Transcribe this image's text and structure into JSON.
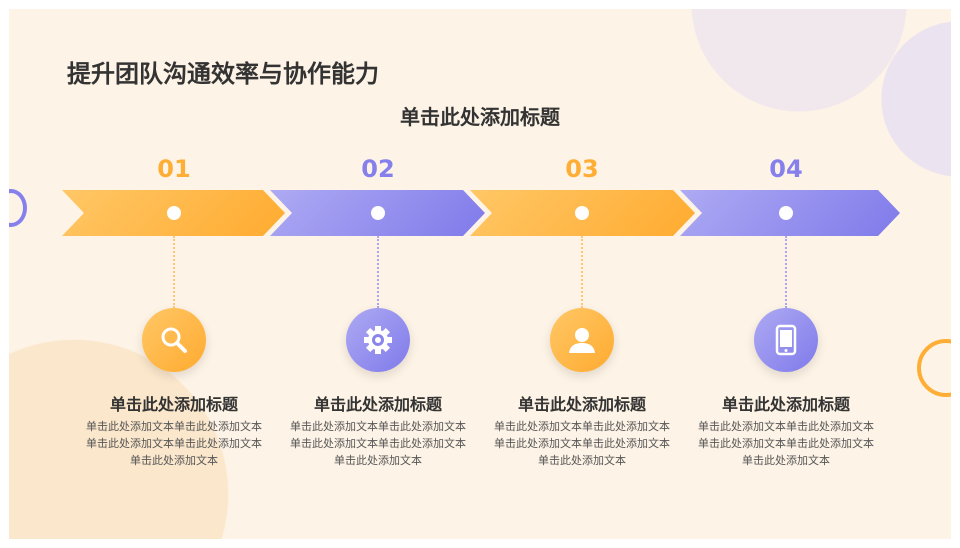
{
  "title": "提升团队沟通效率与协作能力",
  "subtitle": "单击此处添加标题",
  "colors": {
    "orange": "#ffae35",
    "purple": "#8580ec",
    "background": "#fdf3e6"
  },
  "steps": [
    {
      "num": "01",
      "icon": "search-icon",
      "title": "单击此处添加标题",
      "desc": "单击此处添加文本单击此处添加文本单击此处添加文本单击此处添加文本单击此处添加文本"
    },
    {
      "num": "02",
      "icon": "gear-icon",
      "title": "单击此处添加标题",
      "desc": "单击此处添加文本单击此处添加文本单击此处添加文本单击此处添加文本单击此处添加文本"
    },
    {
      "num": "03",
      "icon": "user-icon",
      "title": "单击此处添加标题",
      "desc": "单击此处添加文本单击此处添加文本单击此处添加文本单击此处添加文本单击此处添加文本"
    },
    {
      "num": "04",
      "icon": "phone-icon",
      "title": "单击此处添加标题",
      "desc": "单击此处添加文本单击此处添加文本单击此处添加文本单击此处添加文本单击此处添加文本"
    }
  ]
}
